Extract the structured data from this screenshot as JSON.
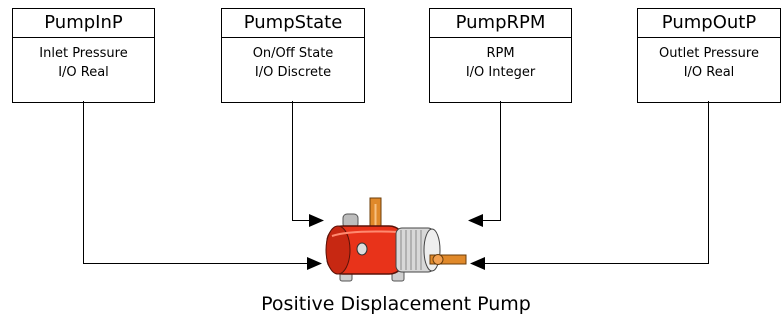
{
  "tags": [
    {
      "name": "PumpInP",
      "line1": "Inlet Pressure",
      "line2": "I/O Real"
    },
    {
      "name": "PumpState",
      "line1": "On/Off State",
      "line2": "I/O Discrete"
    },
    {
      "name": "PumpRPM",
      "line1": "RPM",
      "line2": "I/O Integer"
    },
    {
      "name": "PumpOutP",
      "line1": "Outlet Pressure",
      "line2": "I/O Real"
    }
  ],
  "caption": "Positive Displacement Pump",
  "colors": {
    "pump_body": "#e8331a",
    "motor": "#d8d8d8",
    "pipe": "#e0892a",
    "line": "#000000"
  },
  "icons": [
    "positive-displacement-pump-icon"
  ]
}
